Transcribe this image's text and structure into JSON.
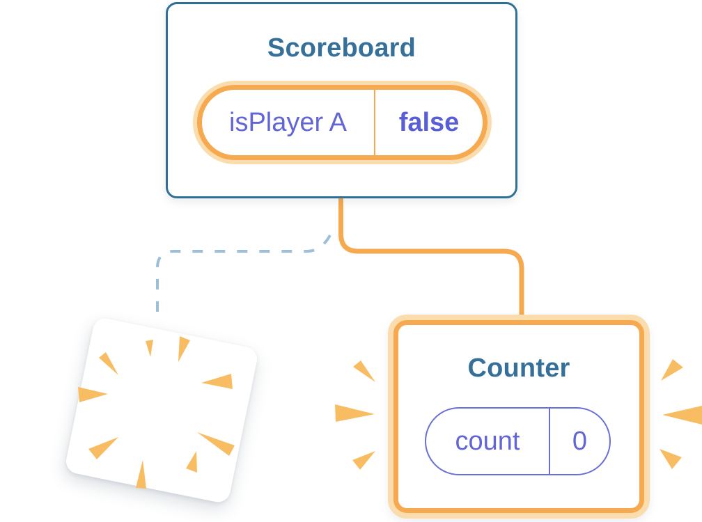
{
  "scoreboard": {
    "title": "Scoreboard",
    "state": {
      "name": "isPlayer A",
      "value": "false"
    }
  },
  "counter": {
    "title": "Counter",
    "state": {
      "name": "count",
      "value": "0"
    }
  },
  "colors": {
    "card_border_blue": "#2F7196",
    "title_text": "#35709B",
    "state_text_purple": "#6265D5",
    "state_value_purple_bold": "#5A5ED4",
    "counter_pill_border_purple": "#6A6ED8",
    "highlight_orange": "#F6A94E",
    "highlight_orange_glow": "#FBDDAD",
    "burst_orange": "#F8BD62",
    "sparkle_orange": "#F6A94F",
    "dashed_line_blue": "#9CBED7",
    "background": "#FFFFFF"
  }
}
